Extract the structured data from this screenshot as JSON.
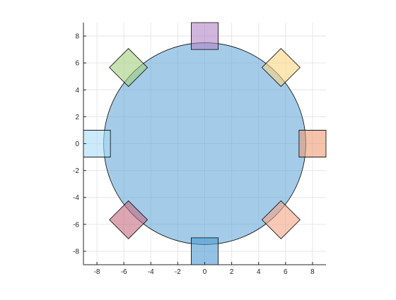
{
  "chart_data": {
    "type": "scatter",
    "title": "",
    "xlabel": "",
    "ylabel": "",
    "xlim": [
      -9,
      9
    ],
    "ylim": [
      -9,
      9
    ],
    "xticks": [
      -8,
      -6,
      -4,
      -2,
      0,
      2,
      4,
      6,
      8
    ],
    "yticks": [
      -8,
      -6,
      -4,
      -2,
      0,
      2,
      4,
      6,
      8
    ],
    "grid": true,
    "aspect": "equal",
    "circle": {
      "cx": 0,
      "cy": 0,
      "r": 7.5,
      "color": "#5aa3d6",
      "opacity": 0.55
    },
    "squares": [
      {
        "cx": 8.0,
        "cy": 0.0,
        "side": 2,
        "rotation_deg": 0,
        "color": "#ee9b73"
      },
      {
        "cx": 5.66,
        "cy": 5.66,
        "side": 2,
        "rotation_deg": 45,
        "color": "#fcd580"
      },
      {
        "cx": 0.0,
        "cy": 8.0,
        "side": 2,
        "rotation_deg": 0,
        "color": "#b084c4"
      },
      {
        "cx": -5.66,
        "cy": 5.66,
        "side": 2,
        "rotation_deg": 45,
        "color": "#a5cf7e"
      },
      {
        "cx": -8.0,
        "cy": 0.0,
        "side": 2,
        "rotation_deg": 0,
        "color": "#aadcf5"
      },
      {
        "cx": -5.66,
        "cy": -5.66,
        "side": 2,
        "rotation_deg": 45,
        "color": "#c46b80"
      },
      {
        "cx": 0.0,
        "cy": -8.0,
        "side": 2,
        "rotation_deg": 0,
        "color": "#4c9ad2"
      },
      {
        "cx": 5.66,
        "cy": -5.66,
        "side": 2,
        "rotation_deg": 45,
        "color": "#f4a585"
      }
    ],
    "square_opacity": 0.6
  }
}
